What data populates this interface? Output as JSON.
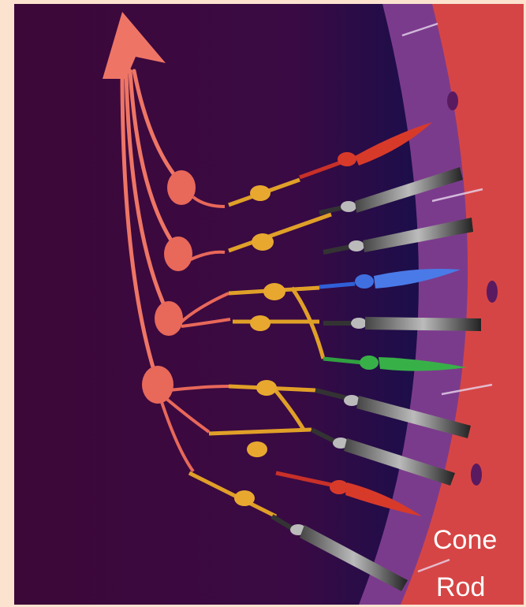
{
  "labels": {
    "cone": "Cone",
    "rod": "Rod"
  },
  "colors": {
    "background": "#3a0a3e",
    "frame": "#fbe3cf",
    "ganglion": "#e8685a",
    "bipolar": "#e0a028",
    "rod": "#2a2a2a",
    "cone_red": "#c83028",
    "cone_blue": "#3060d8",
    "cone_green": "#30a040",
    "epithelium": "#7a3a8a",
    "choroid": "#d84848"
  },
  "photoreceptors": [
    {
      "kind": "cone",
      "color": "red"
    },
    {
      "kind": "rod"
    },
    {
      "kind": "rod"
    },
    {
      "kind": "cone",
      "color": "blue"
    },
    {
      "kind": "rod"
    },
    {
      "kind": "cone",
      "color": "green"
    },
    {
      "kind": "rod"
    },
    {
      "kind": "rod"
    },
    {
      "kind": "cone",
      "color": "red"
    },
    {
      "kind": "rod"
    }
  ]
}
